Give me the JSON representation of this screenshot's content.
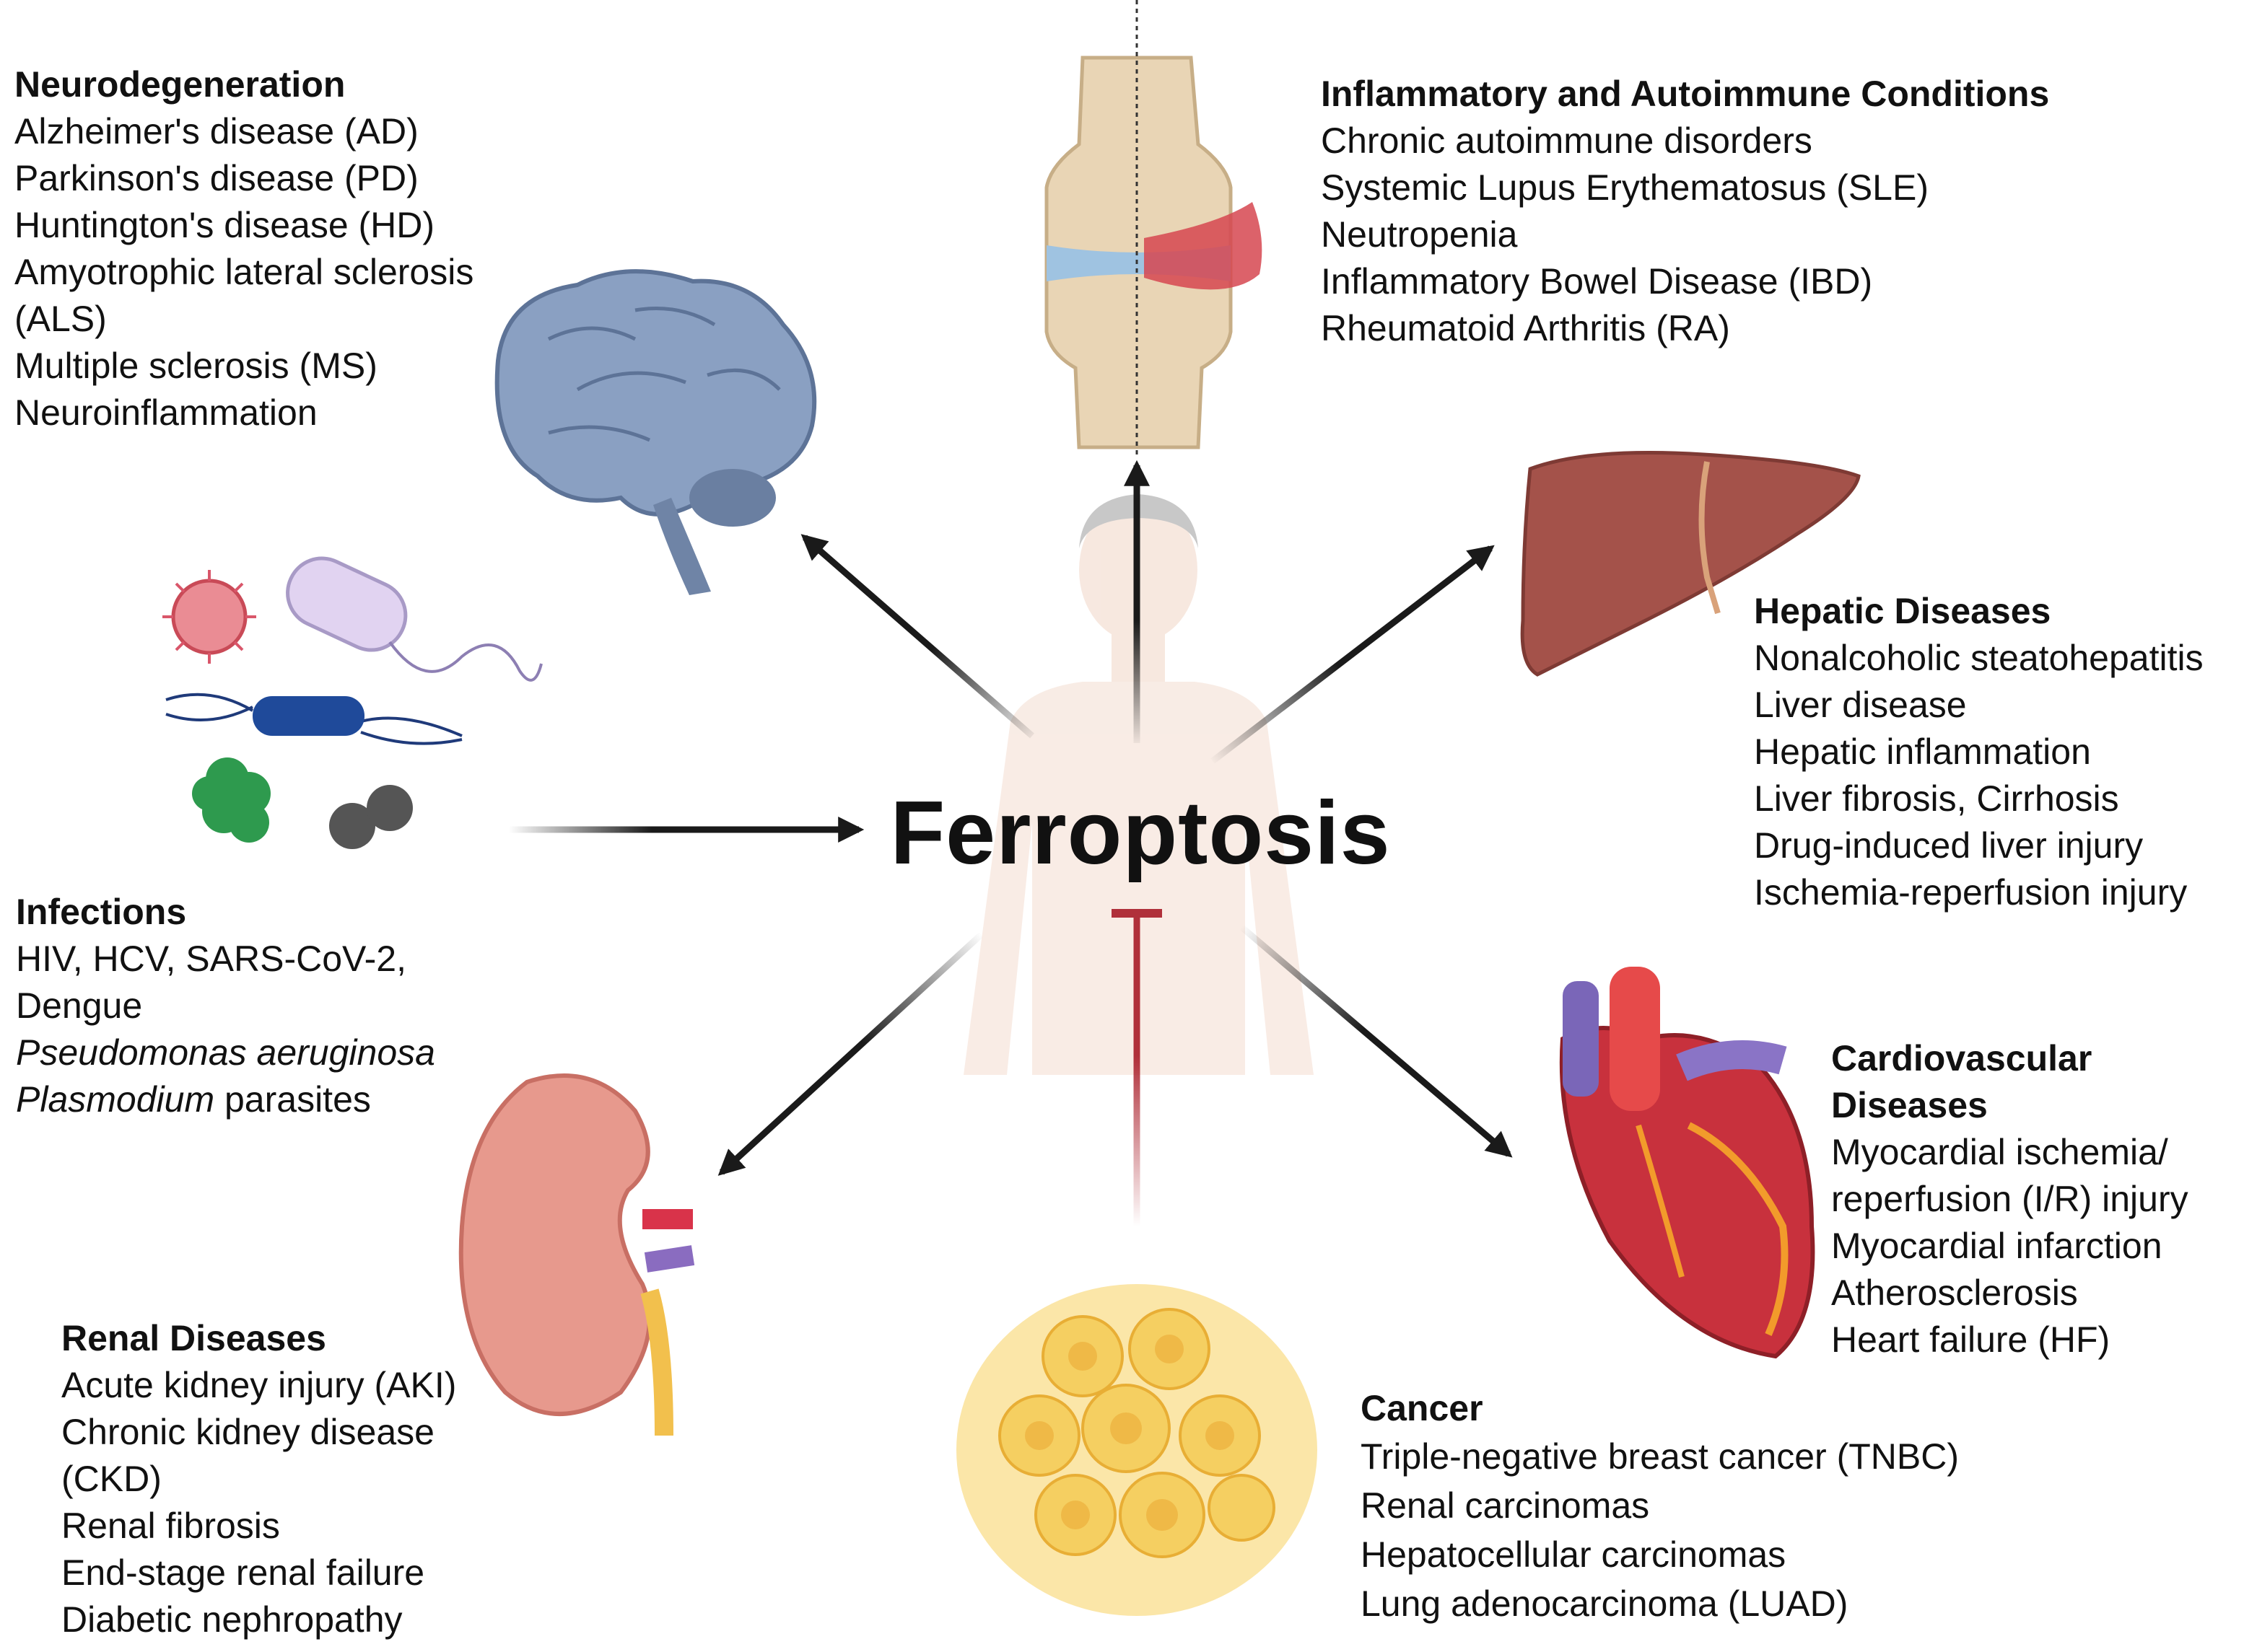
{
  "center": {
    "label": "Ferroptosis"
  },
  "groups": {
    "neuro": {
      "title": "Neurodegeneration",
      "items": [
        "Alzheimer's disease (AD)",
        "Parkinson's disease (PD)",
        "Huntington's disease (HD)",
        "Amyotrophic lateral sclerosis",
        "(ALS)",
        "Multiple sclerosis (MS)",
        "Neuroinflammation"
      ]
    },
    "inflammatory": {
      "title": "Inflammatory and Autoimmune Conditions",
      "items": [
        "Chronic autoimmune disorders",
        "Systemic Lupus Erythematosus (SLE)",
        "Neutropenia",
        "Inflammatory Bowel Disease (IBD)",
        "Rheumatoid Arthritis (RA)"
      ]
    },
    "hepatic": {
      "title": "Hepatic Diseases",
      "items": [
        "Nonalcoholic steatohepatitis",
        "Liver disease",
        "Hepatic inflammation",
        "Liver fibrosis, Cirrhosis",
        "Drug-induced liver injury",
        "Ischemia-reperfusion injury"
      ]
    },
    "infections": {
      "title": "Infections",
      "items": [
        "HIV, HCV, SARS-CoV-2,",
        "Dengue"
      ],
      "italic_1": "Pseudomonas aeruginosa",
      "italic_2": "Plasmodium",
      "tail_2": " parasites"
    },
    "cardio": {
      "title": "Cardiovascular Diseases",
      "items": [
        "Myocardial ischemia/",
        "reperfusion (I/R) injury",
        "Myocardial infarction",
        "Atherosclerosis",
        "Heart failure (HF)"
      ]
    },
    "renal": {
      "title": "Renal Diseases",
      "items": [
        "Acute kidney injury (AKI)",
        "Chronic kidney disease",
        "(CKD)",
        "Renal fibrosis",
        "End-stage renal failure",
        "Diabetic nephropathy"
      ]
    },
    "cancer": {
      "title": "Cancer",
      "items": [
        "Triple-negative breast cancer (TNBC)",
        "Renal carcinomas",
        "Hepatocellular carcinomas",
        "Lung adenocarcinoma (LUAD)"
      ]
    }
  },
  "icons": [
    "brain-icon",
    "knee-joint-icon",
    "liver-icon",
    "pathogens-icon",
    "heart-icon",
    "kidney-icon",
    "tumor-cells-icon",
    "human-body-icon"
  ],
  "colors": {
    "arrow": "#1a1a1a",
    "inhibit": "#b0303a",
    "body": "#f3ddd0",
    "brain": "#7f96b8",
    "liver": "#a4524a",
    "kidney": "#e79a8e"
  }
}
